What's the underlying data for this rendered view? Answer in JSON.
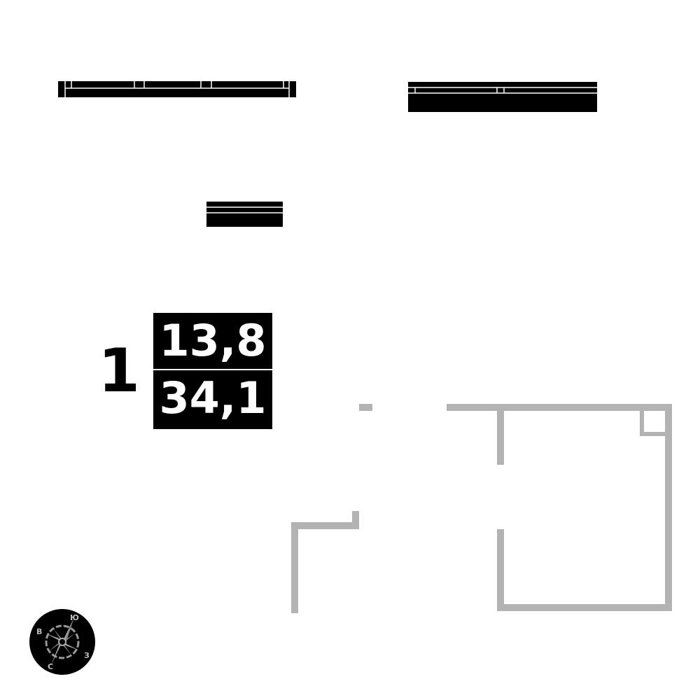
{
  "room": {
    "number": "1",
    "area_top": "13,8",
    "area_bottom": "34,1"
  },
  "compass": {
    "north": "Ю",
    "east": "З",
    "south": "С",
    "west": "В"
  },
  "colors": {
    "wall": "#b3b3b3",
    "furniture": "#000000"
  }
}
